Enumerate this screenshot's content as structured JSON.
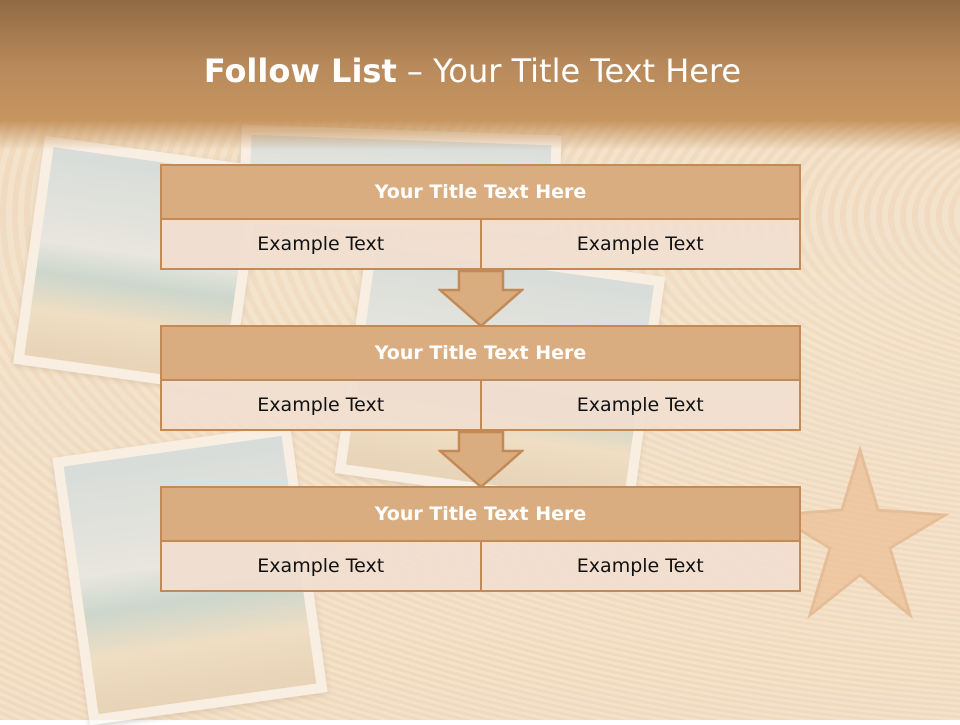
{
  "slide": {
    "title_strong": "Follow List",
    "title_rest": " – Your Title Text Here"
  },
  "steps": [
    {
      "title": "Your Title Text Here",
      "left": "Example Text",
      "right": "Example Text"
    },
    {
      "title": "Your Title Text Here",
      "left": "Example Text",
      "right": "Example Text"
    },
    {
      "title": "Your Title Text Here",
      "left": "Example Text",
      "right": "Example Text"
    }
  ],
  "colors": {
    "header_fill": "#d9ad80",
    "border": "#c48a55",
    "row_fill": "#f0ded0",
    "band": "#b98a5b"
  }
}
